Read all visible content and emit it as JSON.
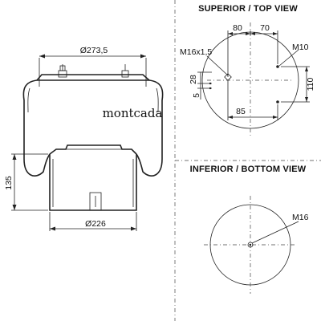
{
  "brand": "montcada",
  "top_view": {
    "title": "SUPERIOR / TOP VIEW",
    "dim_80": "80",
    "dim_70": "70",
    "label_m16": "M16x1,5",
    "label_m10": "M10",
    "dim_28": "28",
    "dim_5": "5",
    "dim_110": "110",
    "dim_85": "85"
  },
  "bottom_view": {
    "title": "INFERIOR / BOTTOM VIEW",
    "label_m16": "M16"
  },
  "side_view": {
    "dia_top": "Ø273,5",
    "dia_bottom": "Ø226",
    "height": "135"
  }
}
